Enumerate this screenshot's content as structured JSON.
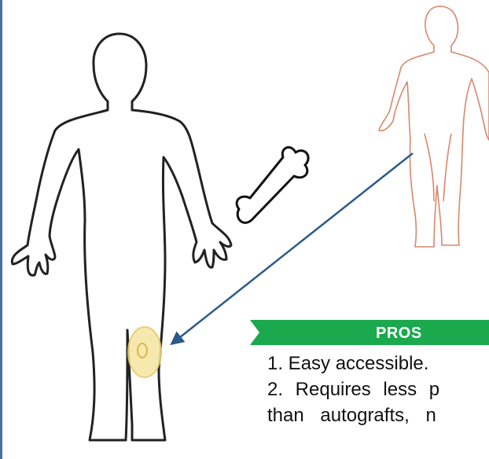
{
  "pros": {
    "header": "PROS",
    "banner_color": "#1aa94c",
    "items": [
      "1. Easy accessible.",
      "2. Requires less p",
      "than autografts, n"
    ]
  },
  "figures": {
    "recipient": "recipient-body-outline",
    "donor": "donor-body-outline",
    "graft": "bone-graft",
    "arrow": "donor-to-recipient-arrow"
  }
}
